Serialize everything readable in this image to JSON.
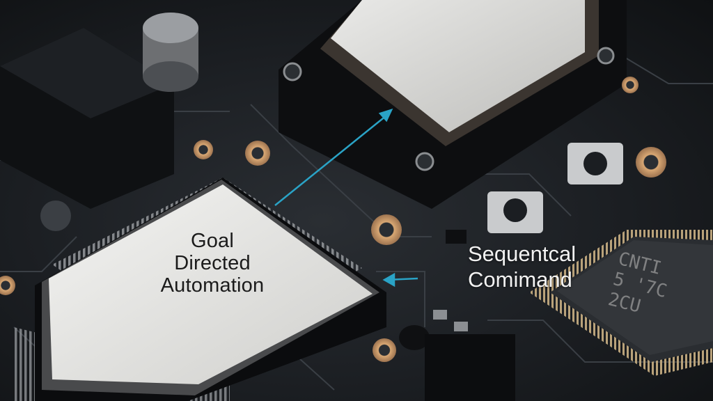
{
  "scene": {
    "kind": "circuit-board-closeup",
    "accent_color": "#2aa3c6",
    "board_color": "#1e2226",
    "chip_face_color": "#e8e8e6",
    "pad_color": "#c99a6a"
  },
  "labels": {
    "main_chip": {
      "line1": "Goal",
      "line2": "Directed",
      "line3": "Automation"
    },
    "side": {
      "line1": "Sequentcal",
      "line2": "Comimand"
    },
    "ic_marking": {
      "line1": "CNTI",
      "line2": "5 '7C",
      "line3": "2CU"
    }
  }
}
